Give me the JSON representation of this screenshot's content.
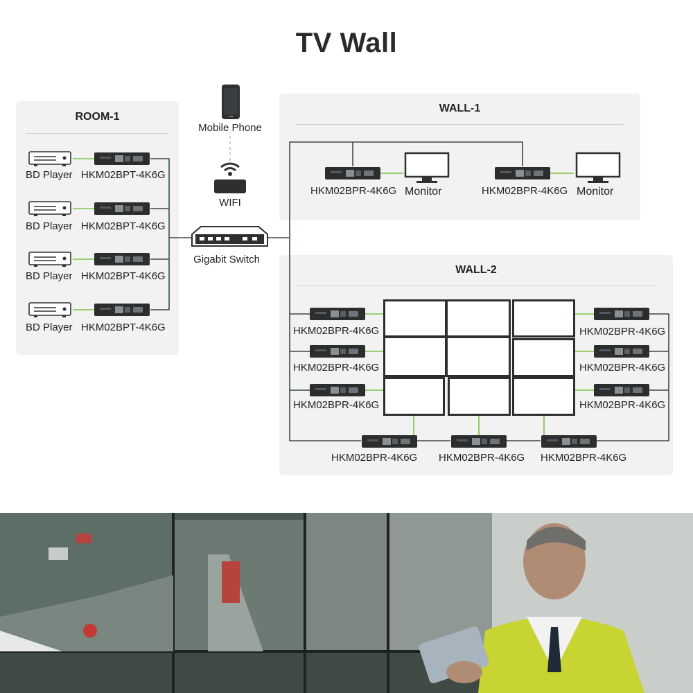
{
  "title": "TV Wall",
  "room1": {
    "title": "ROOM-1",
    "rows": [
      {
        "source": "BD Player",
        "device": "HKM02BPT-4K6G"
      },
      {
        "source": "BD Player",
        "device": "HKM02BPT-4K6G"
      },
      {
        "source": "BD Player",
        "device": "HKM02BPT-4K6G"
      },
      {
        "source": "BD Player",
        "device": "HKM02BPT-4K6G"
      }
    ]
  },
  "center": {
    "mobile": "Mobile Phone",
    "wifi": "WIFI",
    "switch": "Gigabit Switch"
  },
  "wall1": {
    "title": "WALL-1",
    "units": [
      {
        "device": "HKM02BPR-4K6G",
        "display": "Monitor"
      },
      {
        "device": "HKM02BPR-4K6G",
        "display": "Monitor"
      }
    ]
  },
  "wall2": {
    "title": "WALL-2",
    "left": [
      "HKM02BPR-4K6G",
      "HKM02BPR-4K6G",
      "HKM02BPR-4K6G"
    ],
    "right": [
      "HKM02BPR-4K6G",
      "HKM02BPR-4K6G",
      "HKM02BPR-4K6G"
    ],
    "bottom": [
      "HKM02BPR-4K6G",
      "HKM02BPR-4K6G",
      "HKM02BPR-4K6G"
    ]
  },
  "colors": {
    "wire": "#3c4a42",
    "link": "#7dc242",
    "panel": "#f2f2f2"
  }
}
